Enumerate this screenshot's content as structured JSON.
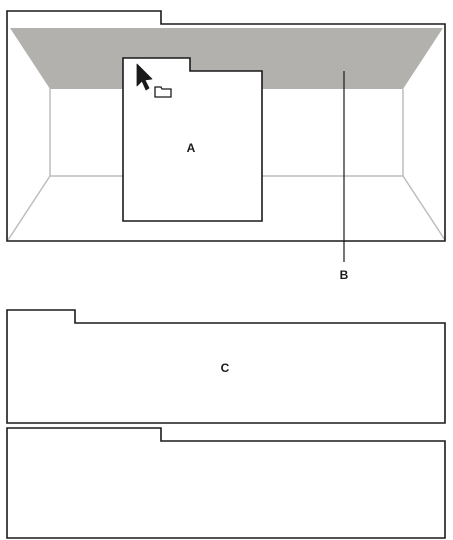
{
  "diagram": {
    "labels": {
      "a": "A",
      "b": "B",
      "c": "C"
    },
    "colors": {
      "outline": "#1a1a1a",
      "drop_zone_fill": "#b3b1ae",
      "perspective_lines": "#bdbdbd",
      "background": "#ffffff"
    },
    "icons": {
      "cursor": "arrow-cursor-icon",
      "folder": "folder-icon"
    }
  }
}
